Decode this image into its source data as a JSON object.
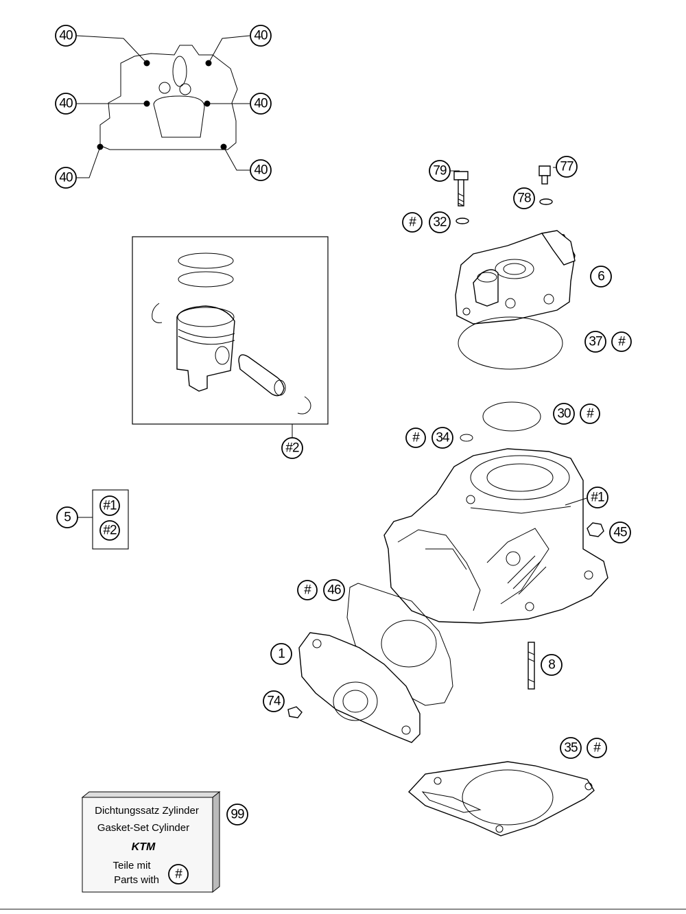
{
  "callouts": {
    "c40a": "40",
    "c40b": "40",
    "c40c": "40",
    "c40d": "40",
    "c40e": "40",
    "c40f": "40",
    "c79": "79",
    "c77": "77",
    "c78": "78",
    "c32_hash": "#",
    "c32": "32",
    "c6": "6",
    "c37": "37",
    "c37_hash": "#",
    "c30": "30",
    "c30_hash": "#",
    "c34_hash": "#",
    "c34": "34",
    "c2": "#2",
    "c5": "5",
    "c5_1": "#1",
    "c5_2": "#2",
    "c1_cyl": "#1",
    "c45": "45",
    "c46_hash": "#",
    "c46": "46",
    "c1": "1",
    "c8": "8",
    "c74": "74",
    "c35": "35",
    "c35_hash": "#",
    "c99": "99"
  },
  "gasket_set_box": {
    "line1": "Dichtungssatz Zylinder",
    "line2": "Gasket-Set Cylinder",
    "logo": "KTM",
    "line3": "Teile mit",
    "line4": "Parts with",
    "hash": "#"
  }
}
